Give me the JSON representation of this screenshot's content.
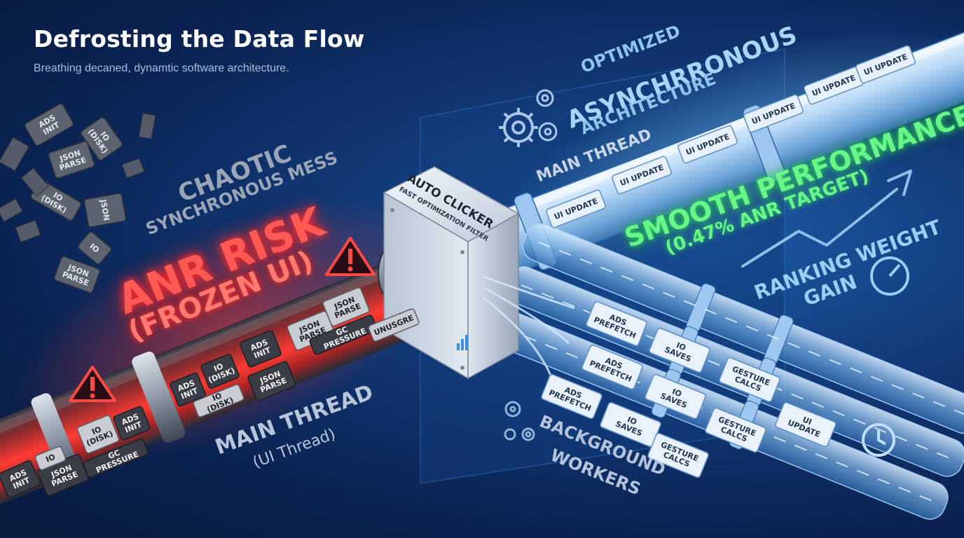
{
  "header": {
    "title": "Defrosting the Data Flow",
    "subtitle": "Breathing decaned, dynamtic software architecture."
  },
  "left": {
    "chaos_title": "Chaotic",
    "chaos_sub": "Synchronous Mess",
    "risk_title": "ANR Risk",
    "risk_sub": "(Frozen UI)",
    "thread_title": "Main Thread",
    "thread_sub": "(UI Thread)",
    "debris": [
      "ADS INIT",
      "IO (DISK)",
      "JSON PARSE",
      "IO (DISK)",
      "JSON",
      "IO",
      "JSON PARSE"
    ],
    "pipe_tasks": [
      "ADS INIT",
      "JSON PARSE",
      "IO",
      "GC PRESSURE",
      "IO (DISK)",
      "ADS INIT",
      "ADS INIT",
      "IO (DISK)",
      "IO (DISK)",
      "ADS INIT",
      "JSON PARSE",
      "JSON PARSE",
      "GC PRESSURE",
      "JSON PARSE",
      "UNUSGRE"
    ]
  },
  "filter": {
    "line1": "Auto Clicker",
    "line2": "Fast Optimization Filter"
  },
  "right": {
    "opt_line1": "Optimized",
    "opt_line2": "Asynchrronous",
    "opt_line3": "Architecture",
    "thread_label": "Main Thread",
    "main_tasks": [
      "UI UPDATE",
      "UI UPDATE",
      "UI UPDATE",
      "UI UPDATE",
      "UI UPDATE",
      "UI UPDATE"
    ],
    "smooth_title": "Smooth Performance",
    "smooth_sub": "(0.47% ANR Target)",
    "rank_line1": "Ranking Weight",
    "rank_line2": "Gain",
    "bg_line1": "Background",
    "bg_line2": "Workers",
    "worker_tasks": [
      [
        "ADS PREFETCH",
        "IO SAVES",
        "GESTURE CALCS",
        "UI UPDATE"
      ],
      [
        "ADS PREFETCH",
        "IO SAVES",
        "GESTURE CALCS"
      ],
      [
        "ADS PREFETCH",
        "IO SAVES",
        "GESTURE CALCS"
      ]
    ]
  },
  "colors": {
    "background": "#0b2352",
    "danger": "#ff4a45",
    "success": "#5cf07f",
    "accent": "#9ccff6"
  },
  "icons": [
    "warning-icon",
    "gear-icon",
    "gauge-icon",
    "clock-icon",
    "trend-arrow-icon",
    "signal-bars-icon"
  ]
}
